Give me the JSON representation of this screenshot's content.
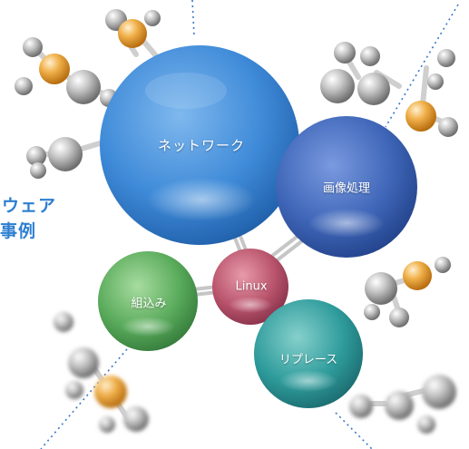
{
  "diagram": {
    "side_text": {
      "line1": "ウェア",
      "line2": "事例"
    },
    "bubbles": {
      "network": {
        "label": "ネットワーク",
        "color": "#3e8ad8"
      },
      "image_processing": {
        "label": "画像処理",
        "color": "#3f66b8"
      },
      "linux": {
        "label": "Linux",
        "color": "#b9546c"
      },
      "embedded": {
        "label": "組込み",
        "color": "#5aab5c"
      },
      "replace": {
        "label": "リプレース",
        "color": "#2f9c9c"
      }
    },
    "molecule_colors": {
      "gray": "#9a9a9a",
      "orange": "#e9a640"
    }
  }
}
